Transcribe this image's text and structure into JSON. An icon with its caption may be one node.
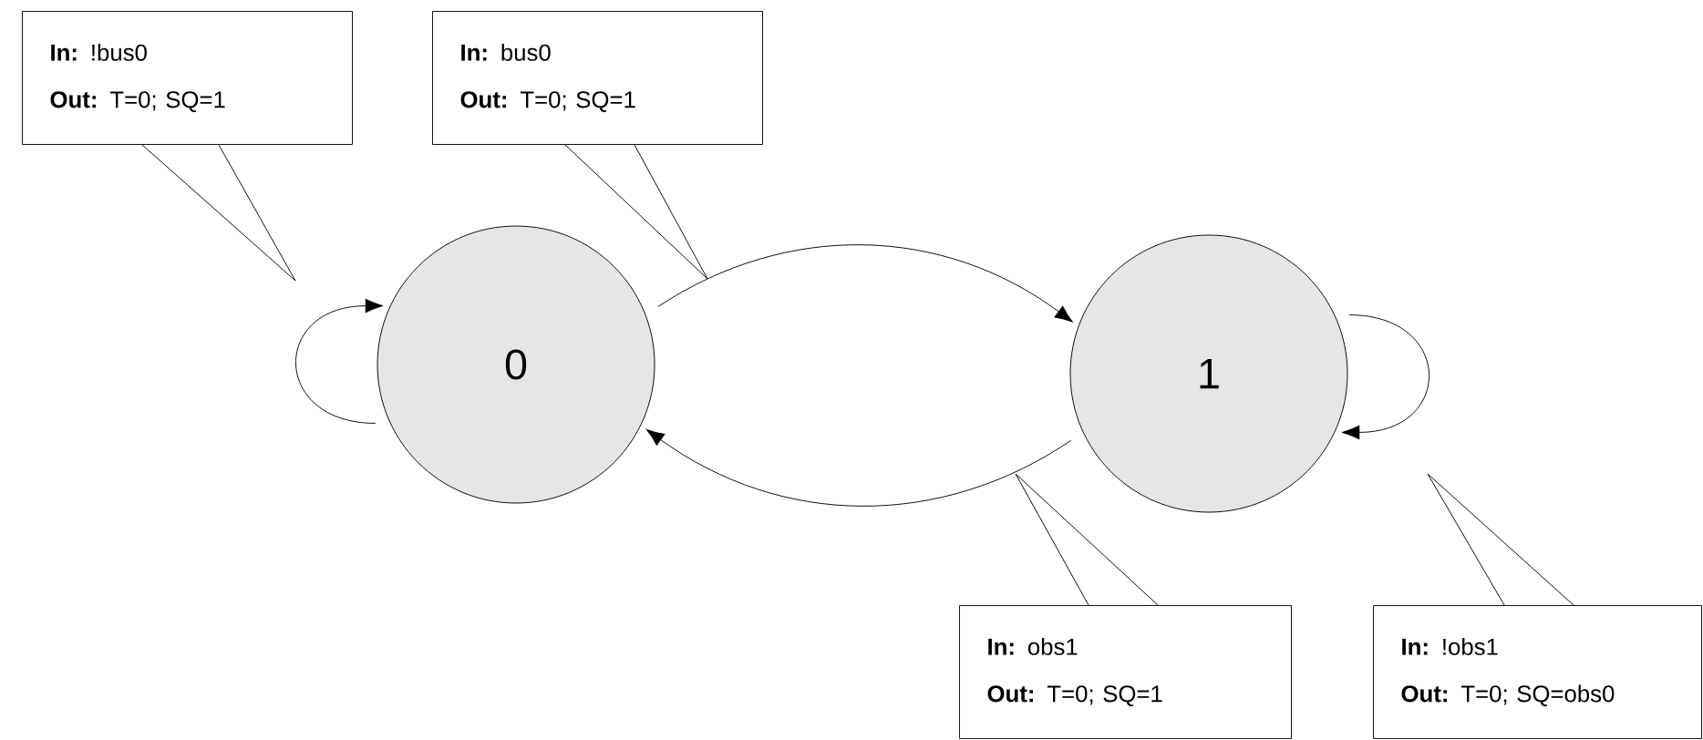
{
  "diagram": {
    "nodes": [
      {
        "text": [
          "0"
        ]
      },
      {
        "text": [
          "1"
        ]
      },
      {
        "text": [
          "**In:** !bus0",
          "**Out:** T=0; SQ=1"
        ]
      },
      {
        "text": [
          "**In:** bus0",
          "**Out:** T=0; SQ=1"
        ]
      },
      {
        "text": [
          "**In:** obs1",
          "**Out:** T=0; SQ=1"
        ]
      },
      {
        "text": [
          "**In:** !obs1",
          "**Out:** T=0; SQ=obs0"
        ]
      }
    ],
    "edges": [
      {
        "from": 0,
        "to": 0,
        "arrow": "to"
      },
      {
        "from": 0,
        "to": 1,
        "arrow": "to"
      },
      {
        "from": 1,
        "to": 0,
        "arrow": "to"
      },
      {
        "from": 1,
        "to": 1,
        "arrow": "to"
      },
      {
        "from": 2,
        "to": null,
        "arrow": "none"
      },
      {
        "from": 3,
        "to": null,
        "arrow": "none"
      },
      {
        "from": 4,
        "to": null,
        "arrow": "none"
      },
      {
        "from": 5,
        "to": null,
        "arrow": "none"
      }
    ]
  }
}
